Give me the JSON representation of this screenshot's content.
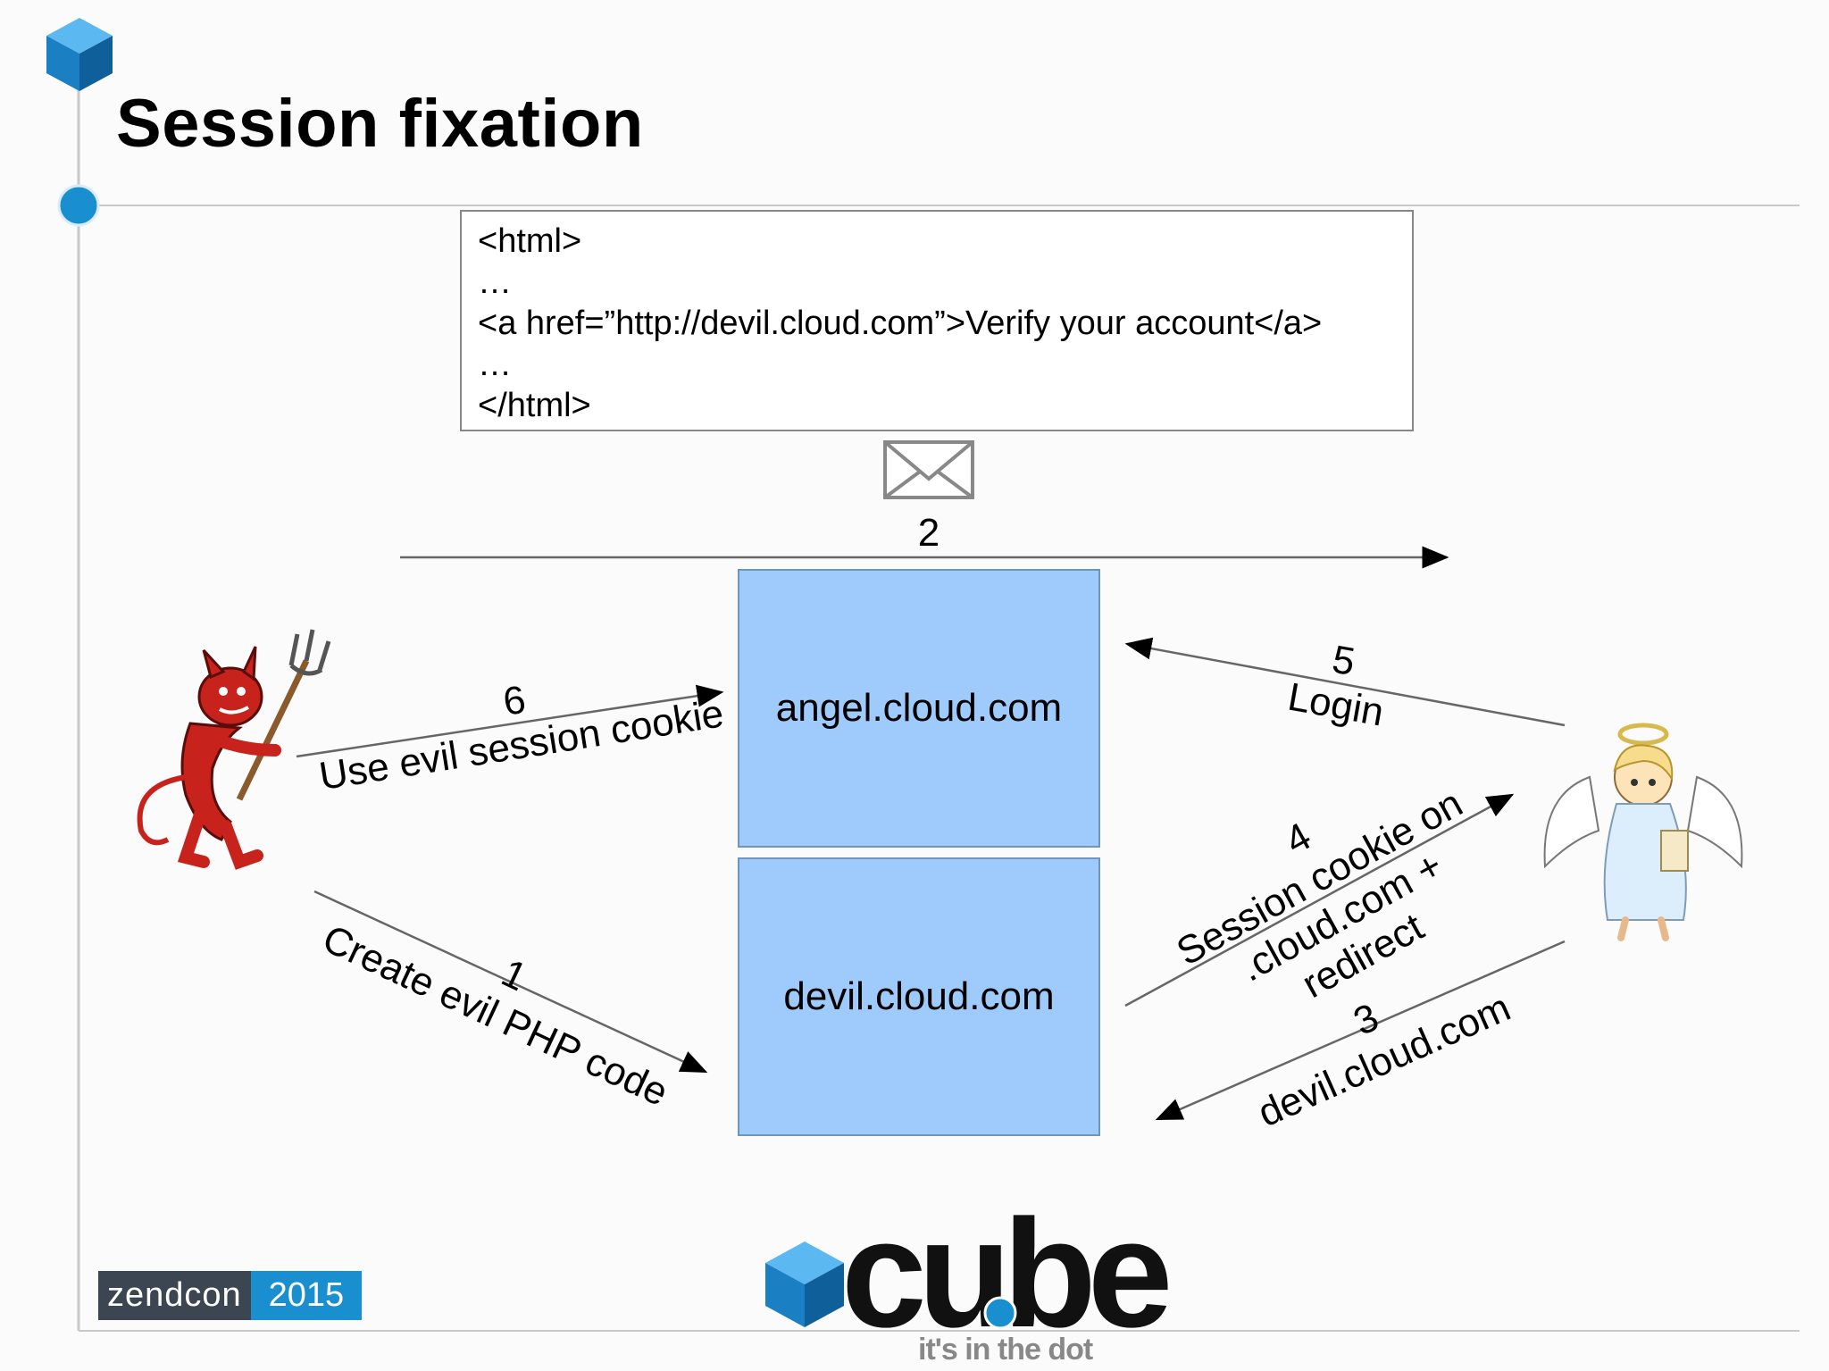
{
  "slide": {
    "title": "Session fixation"
  },
  "email_code": {
    "lines": [
      "<html>",
      "…",
      "<a href=”http://devil.cloud.com”>Verify your account</a>",
      "…",
      "</html>"
    ]
  },
  "servers": {
    "angel": "angel.cloud.com",
    "devil": "devil.cloud.com"
  },
  "steps": {
    "step1_num": "1",
    "step1_text": "Create evil PHP code",
    "step2_num": "2",
    "step3_num": "3",
    "step3_text": "devil.cloud.com",
    "step4_num": "4",
    "step4_line1": "Session cookie on",
    "step4_line2": ".cloud.com +",
    "step4_line3": "redirect",
    "step5_num": "5",
    "step5_text": "Login",
    "step6_num": "6",
    "step6_text": "Use evil session cookie"
  },
  "footer": {
    "zendcon_word": "zendcon",
    "zendcon_year": "2015",
    "logo_word": "cube",
    "logo_tagline": "it's in the dot"
  },
  "colors": {
    "accent_blue": "#1a8fcf",
    "server_fill": "#9ecbfb",
    "devil_red": "#c8221c"
  },
  "icons": [
    "cube-logo-icon",
    "timeline-dot-icon",
    "envelope-icon",
    "devil-icon",
    "angel-icon"
  ]
}
